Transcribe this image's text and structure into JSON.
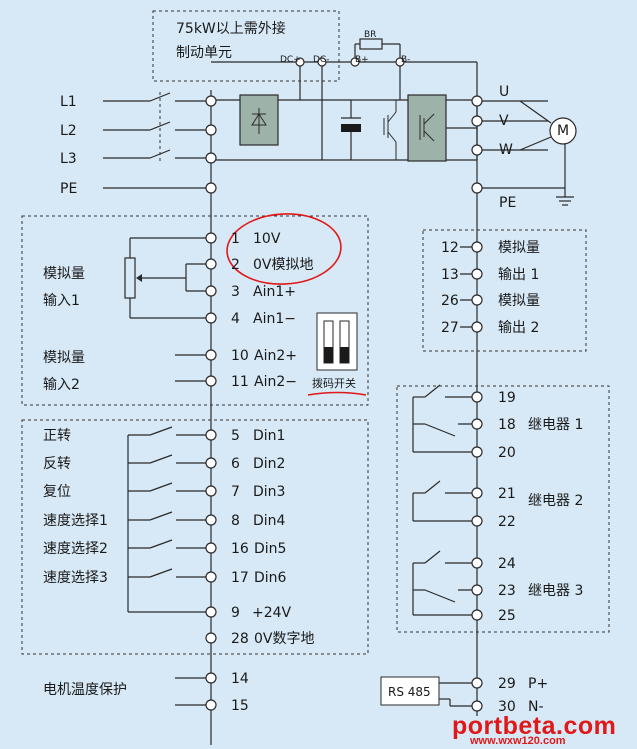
{
  "brake_note": {
    "line1": "75kW以上需外接",
    "line2": "制动单元"
  },
  "dc_bus": {
    "dc_plus": "DC+",
    "dc_minus": "DC-",
    "br": "BR",
    "b_plus": "B+",
    "b_minus": "B-"
  },
  "mains": [
    "L1",
    "L2",
    "L3",
    "PE"
  ],
  "motor": {
    "outputs": [
      "U",
      "V",
      "W"
    ],
    "pe": "PE",
    "symbol": "M"
  },
  "analog_inputs": {
    "group1_label": [
      "模拟量",
      "输入1"
    ],
    "group2_label": [
      "模拟量",
      "输入2"
    ],
    "terminals": [
      {
        "num": "1",
        "name": "10V"
      },
      {
        "num": "2",
        "name": "0V模拟地"
      },
      {
        "num": "3",
        "name": "Ain1+"
      },
      {
        "num": "4",
        "name": "Ain1−"
      },
      {
        "num": "10",
        "name": "Ain2+"
      },
      {
        "num": "11",
        "name": "Ain2−"
      }
    ],
    "dip_switch_label": "拨码开关"
  },
  "analog_outputs": {
    "terminals": [
      {
        "num": "12",
        "name": "模拟量"
      },
      {
        "num": "13",
        "name": "输出 1"
      },
      {
        "num": "26",
        "name": "模拟量"
      },
      {
        "num": "27",
        "name": "输出 2"
      }
    ]
  },
  "digital_inputs": {
    "labels": [
      "正转",
      "反转",
      "复位",
      "速度选择1",
      "速度选择2",
      "速度选择3"
    ],
    "terminals": [
      {
        "num": "5",
        "name": "Din1"
      },
      {
        "num": "6",
        "name": "Din2"
      },
      {
        "num": "7",
        "name": "Din3"
      },
      {
        "num": "8",
        "name": "Din4"
      },
      {
        "num": "16",
        "name": "Din5"
      },
      {
        "num": "17",
        "name": "Din6"
      },
      {
        "num": "9",
        "name": "+24V"
      },
      {
        "num": "28",
        "name": "0V数字地"
      }
    ]
  },
  "relays": {
    "terminals": [
      "19",
      "18",
      "20",
      "21",
      "22",
      "24",
      "23",
      "25"
    ],
    "labels": [
      "继电器 1",
      "继电器 2",
      "继电器 3"
    ]
  },
  "motor_temp": {
    "label": "电机温度保护",
    "terminals": [
      "14",
      "15"
    ]
  },
  "rs485": {
    "label": "RS 485",
    "terminals": [
      {
        "num": "29",
        "name": "P+"
      },
      {
        "num": "30",
        "name": "N-"
      }
    ]
  },
  "watermark": {
    "main": "portbeta.com",
    "sub": "www.wxw120.com"
  },
  "colors": {
    "background": "#d7e9f6",
    "block": "#9db2a9",
    "annotation": "#e01818",
    "watermark": "#e01818"
  }
}
